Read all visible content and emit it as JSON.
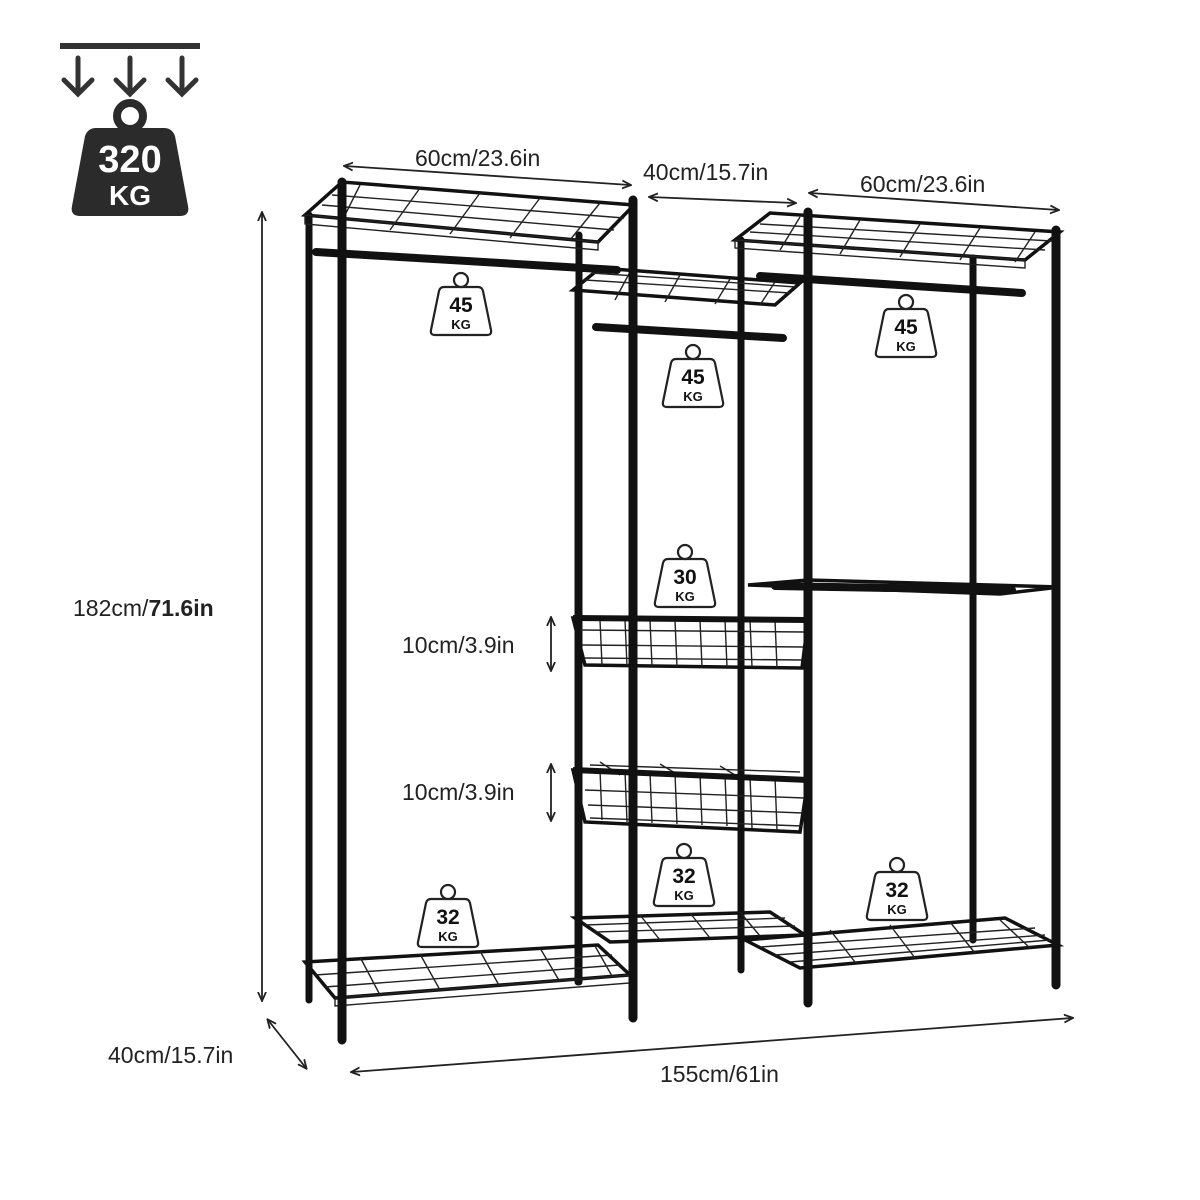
{
  "total_capacity": {
    "value": "320",
    "unit": "KG",
    "icon": "weight-load-icon"
  },
  "dimensions": {
    "top_left_width": "60cm/23.6in",
    "middle_depth": "40cm/15.7in",
    "top_right_width": "60cm/23.6in",
    "height_prefix": "182cm/",
    "height_suffix": "71.6in",
    "basket_upper": "10cm/3.9in",
    "basket_lower": "10cm/3.9in",
    "depth": "40cm/15.7in",
    "total_width": "155cm/61in"
  },
  "load_badges": [
    {
      "id": "left-rod",
      "value": "45",
      "unit": "KG"
    },
    {
      "id": "middle-rod",
      "value": "45",
      "unit": "KG"
    },
    {
      "id": "right-rod",
      "value": "45",
      "unit": "KG"
    },
    {
      "id": "upper-basket",
      "value": "30",
      "unit": "KG"
    },
    {
      "id": "left-bottom-shelf",
      "value": "32",
      "unit": "KG"
    },
    {
      "id": "middle-bottom-shelf",
      "value": "32",
      "unit": "KG"
    },
    {
      "id": "right-bottom-shelf",
      "value": "32",
      "unit": "KG"
    }
  ],
  "colors": {
    "rack": "#111111",
    "badge_fill": "#2b2b2b",
    "text": "#222222"
  }
}
